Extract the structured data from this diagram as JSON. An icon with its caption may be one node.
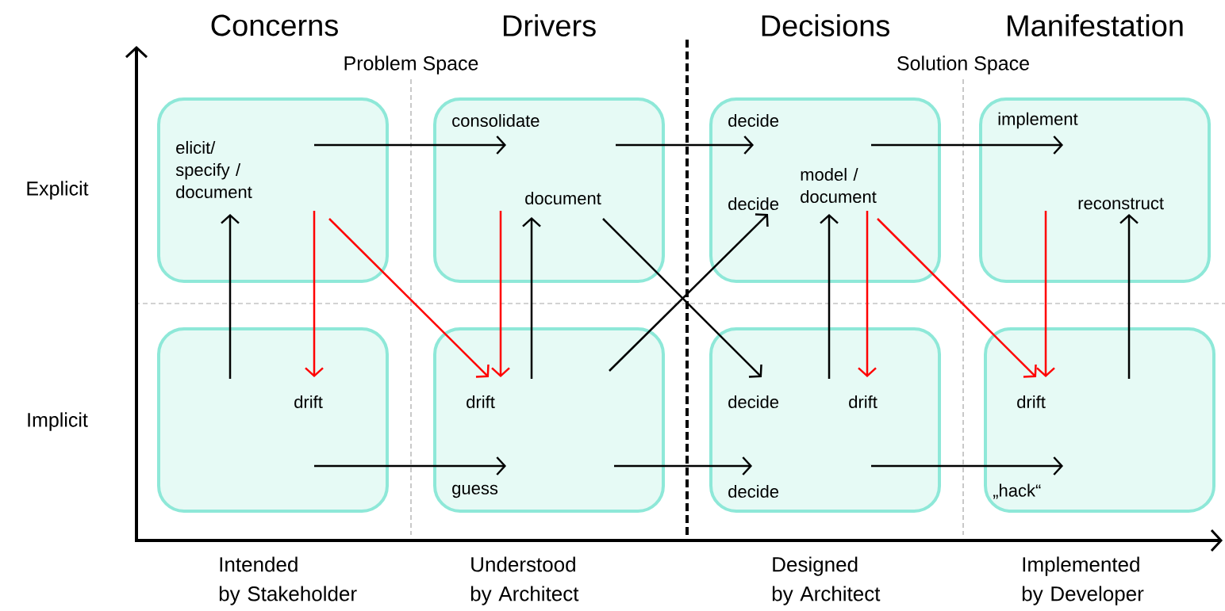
{
  "diagram": {
    "nodes": [
      {
        "text": [
          "elicit/ specify / document"
        ]
      },
      {
        "text": [
          "consolidate",
          "document"
        ]
      },
      {
        "text": [
          "decide",
          "decide",
          "model / document"
        ]
      },
      {
        "text": [
          "implement",
          "reconstruct"
        ]
      },
      {
        "text": [
          "drift"
        ]
      },
      {
        "text": [
          "drift",
          "guess"
        ]
      },
      {
        "text": [
          "decide",
          "drift",
          "decide"
        ]
      },
      {
        "text": [
          "drift",
          "„hack“"
        ]
      }
    ],
    "edges": [
      {
        "from": 0,
        "to": 1,
        "arrow": "to"
      },
      {
        "from": 1,
        "to": 2,
        "arrow": "to"
      },
      {
        "from": 2,
        "to": 3,
        "arrow": "to"
      },
      {
        "from": 4,
        "to": 5,
        "arrow": "to"
      },
      {
        "from": 5,
        "to": 6,
        "arrow": "to"
      },
      {
        "from": 6,
        "to": 7,
        "arrow": "to"
      },
      {
        "from": 4,
        "to": 0,
        "arrow": "to"
      },
      {
        "from": 5,
        "to": 1,
        "arrow": "to"
      },
      {
        "from": 6,
        "to": 2,
        "arrow": "to"
      },
      {
        "from": 7,
        "to": 3,
        "arrow": "to"
      },
      {
        "from": 0,
        "to": 4,
        "arrow": "to",
        "color": "#ff0000"
      },
      {
        "from": 1,
        "to": 5,
        "arrow": "to",
        "color": "#ff0000"
      },
      {
        "from": 2,
        "to": 6,
        "arrow": "to",
        "color": "#ff0000"
      },
      {
        "from": 3,
        "to": 7,
        "arrow": "to",
        "color": "#ff0000"
      },
      {
        "from": 0,
        "to": 5,
        "arrow": "to",
        "color": "#ff0000"
      },
      {
        "from": 2,
        "to": 7,
        "arrow": "to",
        "color": "#ff0000"
      },
      {
        "from": 1,
        "to": 6,
        "arrow": "to"
      },
      {
        "from": 5,
        "to": 2,
        "arrow": "to"
      }
    ],
    "labels": [
      "Concerns",
      "Drivers",
      "Decisions",
      "Manifestation",
      "Problem Space",
      "Solution Space",
      "Explicit",
      "Implicit",
      "Intended by Stakeholder",
      "Understood by Architect",
      "Designed by Architect",
      "Implemented by Developer"
    ]
  }
}
